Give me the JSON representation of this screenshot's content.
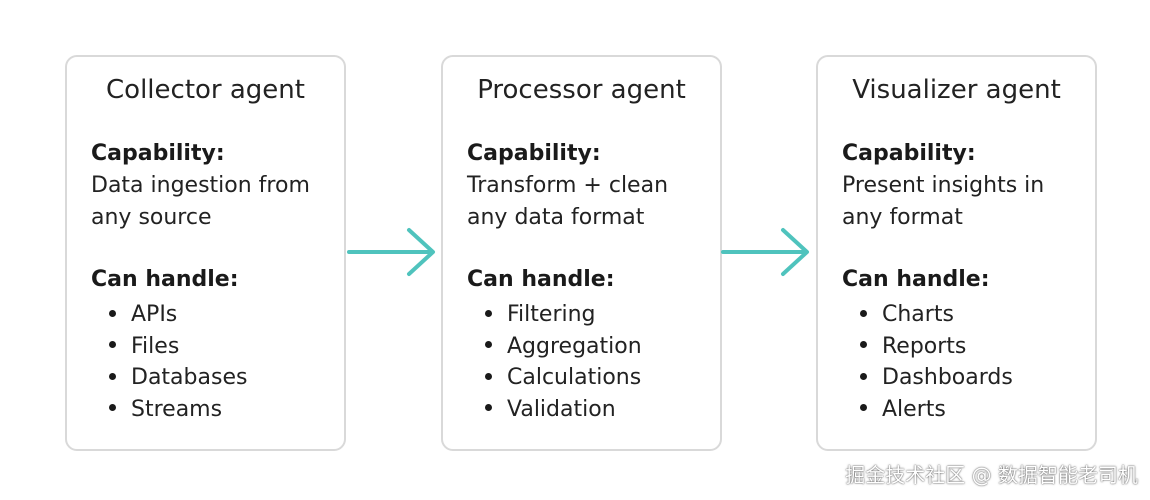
{
  "colors": {
    "arrow": "#4fc3bd",
    "card_border": "#d9d9d9"
  },
  "cards": [
    {
      "title": "Collector agent",
      "capability_heading": "Capability:",
      "capability_lines": [
        "Data ingestion from",
        "any source"
      ],
      "handle_heading": "Can handle:",
      "items": [
        "APIs",
        "Files",
        "Databases",
        "Streams"
      ]
    },
    {
      "title": "Processor agent",
      "capability_heading": "Capability:",
      "capability_lines": [
        "Transform + clean",
        "any data format"
      ],
      "handle_heading": "Can handle:",
      "items": [
        "Filtering",
        "Aggregation",
        "Calculations",
        "Validation"
      ]
    },
    {
      "title": "Visualizer agent",
      "capability_heading": "Capability:",
      "capability_lines": [
        "Present insights in",
        "any format"
      ],
      "handle_heading": "Can handle:",
      "items": [
        "Charts",
        "Reports",
        "Dashboards",
        "Alerts"
      ]
    }
  ],
  "arrows": [
    {
      "icon": "right-arrow-icon"
    },
    {
      "icon": "right-arrow-icon"
    }
  ],
  "watermark": "掘金技术社区 @ 数据智能老司机"
}
